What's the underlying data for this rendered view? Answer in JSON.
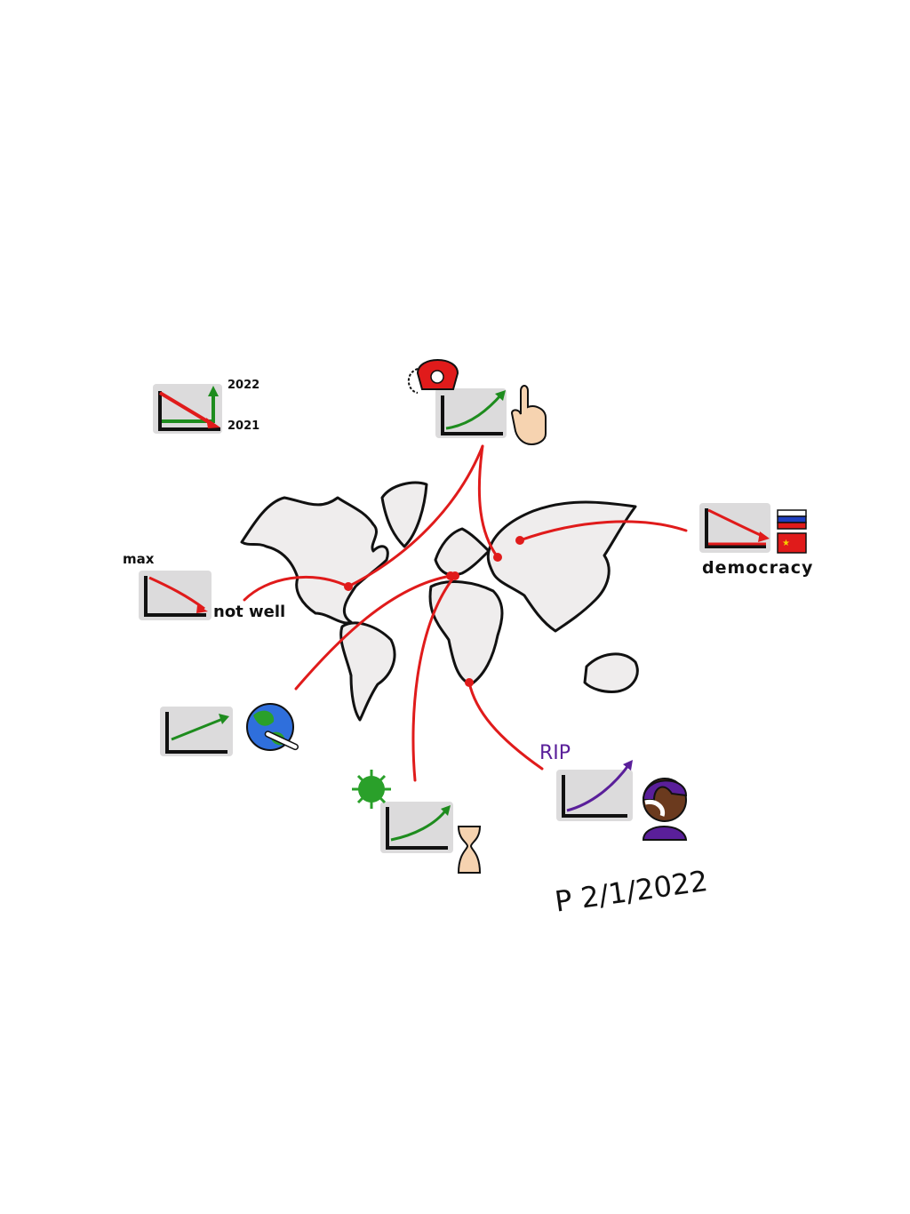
{
  "labels": {
    "year_2022": "2022",
    "year_2021": "2021",
    "max": "max",
    "not_well": "not well",
    "democracy": "democracy",
    "rip": "RIP",
    "signature": "P 2/1/2022"
  },
  "colors": {
    "connector": "#e01b1b",
    "trend_up": "#1e8c1e",
    "trend_down": "#e01b1b",
    "trend_rip": "#5a1f9a",
    "chart_bg": "#dcdbdc",
    "land": "#efeded"
  },
  "trend_charts": [
    {
      "topic": "year-comparison",
      "trend": "down-then-up"
    },
    {
      "topic": "phone",
      "trend": "up"
    },
    {
      "topic": "russia-china",
      "trend": "down"
    },
    {
      "topic": "health",
      "trend": "down"
    },
    {
      "topic": "climate",
      "trend": "up"
    },
    {
      "topic": "covid",
      "trend": "up"
    },
    {
      "topic": "deaths",
      "trend": "up"
    }
  ]
}
